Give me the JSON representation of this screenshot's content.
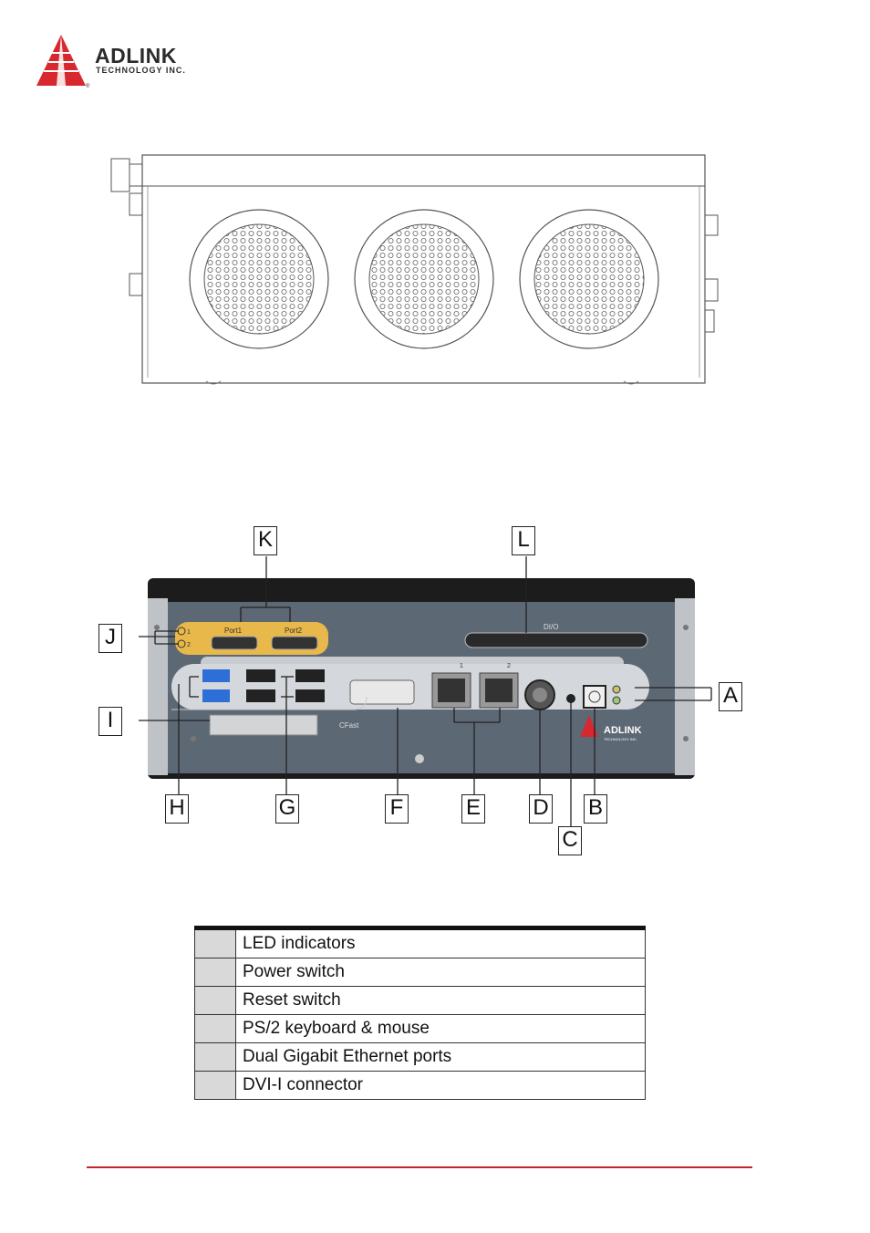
{
  "logo": {
    "name": "ADLINK",
    "subtitle": "TECHNOLOGY INC.",
    "brand_color": "#d7282f"
  },
  "front_panel": {
    "port_labels": {
      "port1": "Port1",
      "port2": "Port2",
      "dio": "DI/O",
      "cfast": "CFast",
      "led1": "1",
      "led2": "2",
      "lan1": "1",
      "lan2": "2"
    },
    "panel_logo": {
      "name": "ADLINK",
      "subtitle": "TECHNOLOGY INC."
    },
    "callouts": {
      "a": "A",
      "b": "B",
      "c": "C",
      "d": "D",
      "e": "E",
      "f": "F",
      "g": "G",
      "h": "H",
      "i": "I",
      "j": "J",
      "k": "K",
      "l": "L"
    }
  },
  "table": {
    "rows": [
      {
        "key": "",
        "label": "LED indicators"
      },
      {
        "key": "",
        "label": "Power switch"
      },
      {
        "key": "",
        "label": "Reset switch"
      },
      {
        "key": "",
        "label": "PS/2 keyboard & mouse"
      },
      {
        "key": "",
        "label": "Dual Gigabit Ethernet ports"
      },
      {
        "key": "",
        "label": "DVI-I connector"
      }
    ]
  },
  "colors": {
    "accent_red": "#c0262d",
    "panel_dark": "#1c1c1c",
    "panel_face": "#5d6875",
    "port_gold": "#e8b84a"
  }
}
